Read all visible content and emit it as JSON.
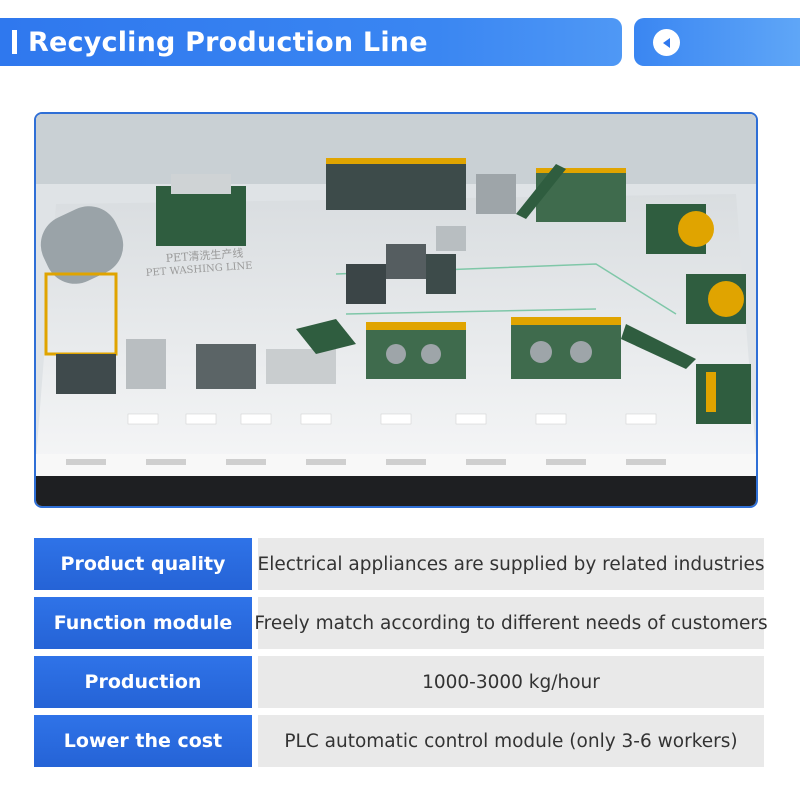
{
  "header": {
    "title": "Recycling Production Line"
  },
  "controls": {
    "play_icon": "play-left-icon"
  },
  "photo": {
    "board_title_cn": "PET清洗生产线",
    "board_title_en": "PET WASHING LINE"
  },
  "specs": [
    {
      "label": "Product quality",
      "value": "Electrical appliances are supplied by related industries"
    },
    {
      "label": "Function module",
      "value": "Freely match according to different needs of customers"
    },
    {
      "label": "Production",
      "value": "1000-3000 kg/hour"
    },
    {
      "label": "Lower the cost",
      "value": "PLC automatic control module (only 3-6 workers)"
    }
  ],
  "colors": {
    "brand_blue": "#2f73e8",
    "value_bg": "#e9e9e9"
  }
}
